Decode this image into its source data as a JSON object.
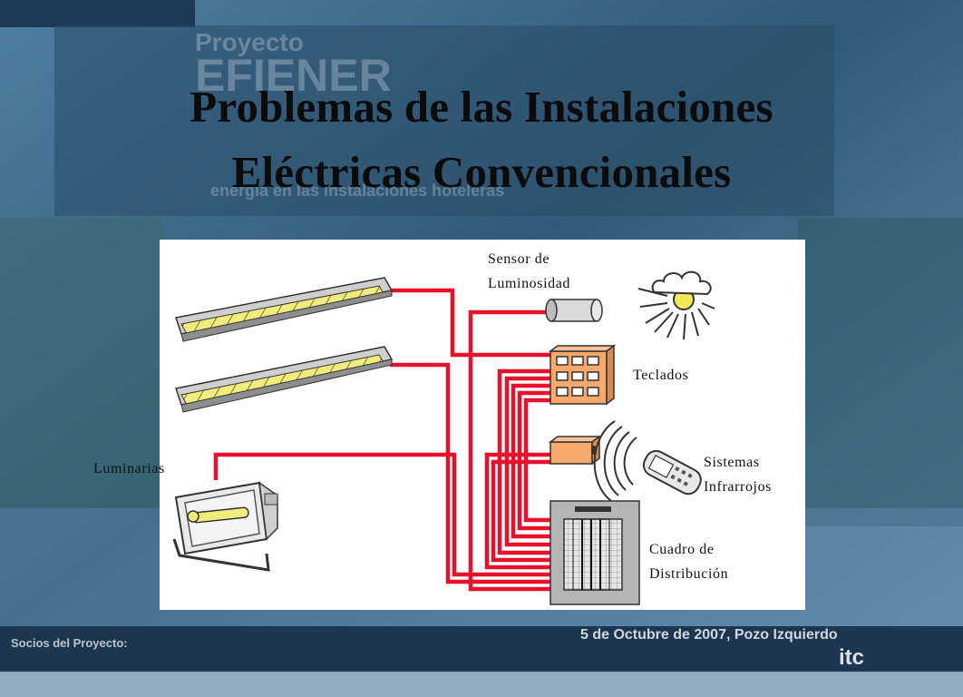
{
  "slide": {
    "title_line1": "Problemas de las Instalaciones",
    "title_line2": "Eléctricas Convencionales"
  },
  "labels": {
    "sensor_line1": "Sensor de",
    "sensor_line2": "Luminosidad",
    "teclados": "Teclados",
    "sistemas_line1": "Sistemas",
    "sistemas_line2": "Infrarrojos",
    "luminarias": "Luminarias",
    "cuadro_line1": "Cuadro de",
    "cuadro_line2": "Distribución"
  },
  "background": {
    "watermark_word1": "Proyecto",
    "watermark_word2": "EFIENER",
    "watermark_subtitle": "energía en las instalaciones hoteleras",
    "footer_date": "5 de Octubre de 2007, Pozo Izquierdo",
    "footer_partners": "Socios del Proyecto:",
    "logo_itc": "itc"
  },
  "colors": {
    "wire": "#e8102a",
    "keypad_fill": "#f6a96a",
    "lamp_yellow": "#f2ec7c"
  }
}
